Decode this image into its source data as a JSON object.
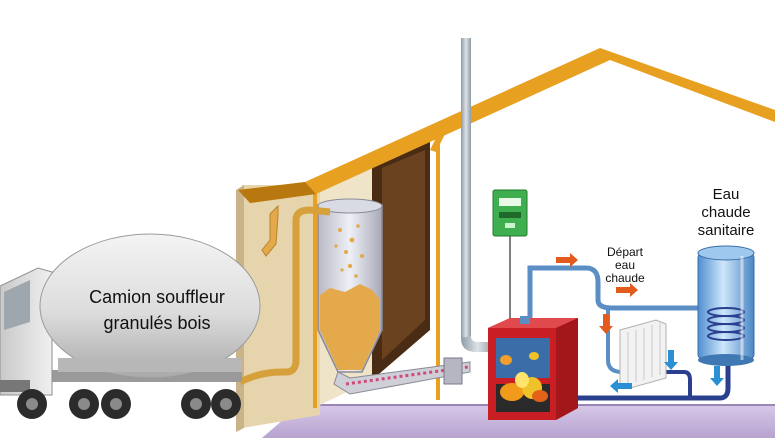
{
  "labels": {
    "truck_line1": "Camion souffleur",
    "truck_line2": "granulés bois",
    "depart_line1": "Départ",
    "depart_line2": "eau",
    "depart_line3": "chaude",
    "eau_line1": "Eau",
    "eau_line2": "chaude",
    "eau_line3": "sanitaire"
  },
  "colors": {
    "roof": "#e8a021",
    "wall": "#e7d6b2",
    "floor": "#c9b6dc",
    "boiler": "#d6262a",
    "hot_pipe": "#5a8ec4",
    "return_pipe": "#2b3f8f",
    "arrow_hot": "#e25b1c",
    "arrow_cold": "#2b8fd6",
    "pellet": "#e3a94a"
  }
}
